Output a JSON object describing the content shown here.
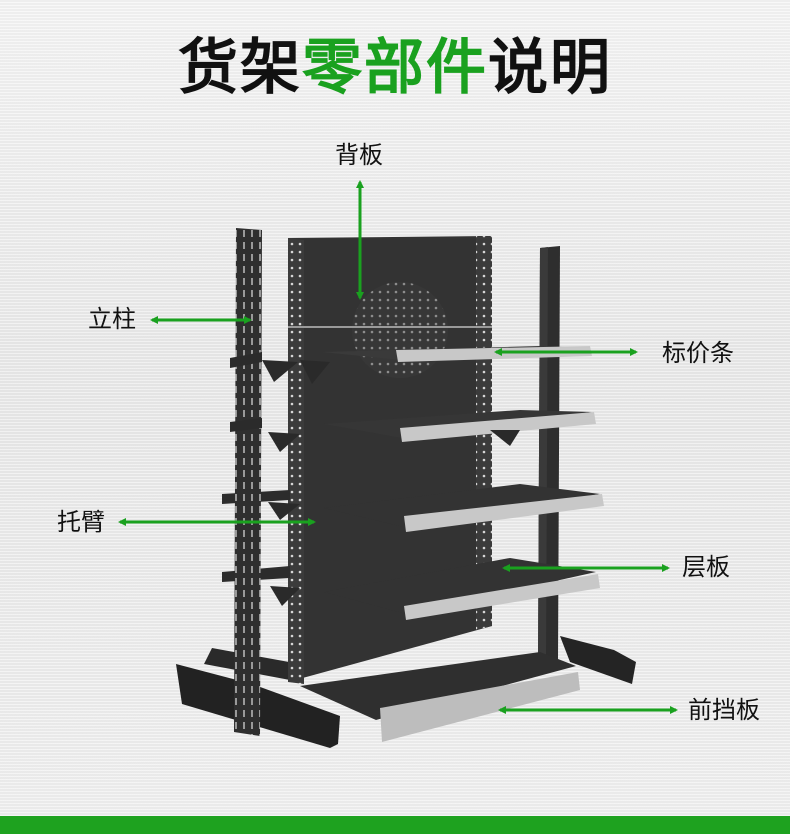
{
  "title": {
    "part1": "货架",
    "part2": "零部件",
    "part3": "说明"
  },
  "labels": {
    "back_panel": "背板",
    "upright": "立柱",
    "price_strip": "标价条",
    "bracket": "托臂",
    "shelf": "层板",
    "kick_plate": "前挡板"
  },
  "colors": {
    "accent": "#1aa11f",
    "frame": "#2f2f2f",
    "shelf": "#3a3a3a",
    "strip": "#c8c8c8",
    "text": "#111111"
  }
}
